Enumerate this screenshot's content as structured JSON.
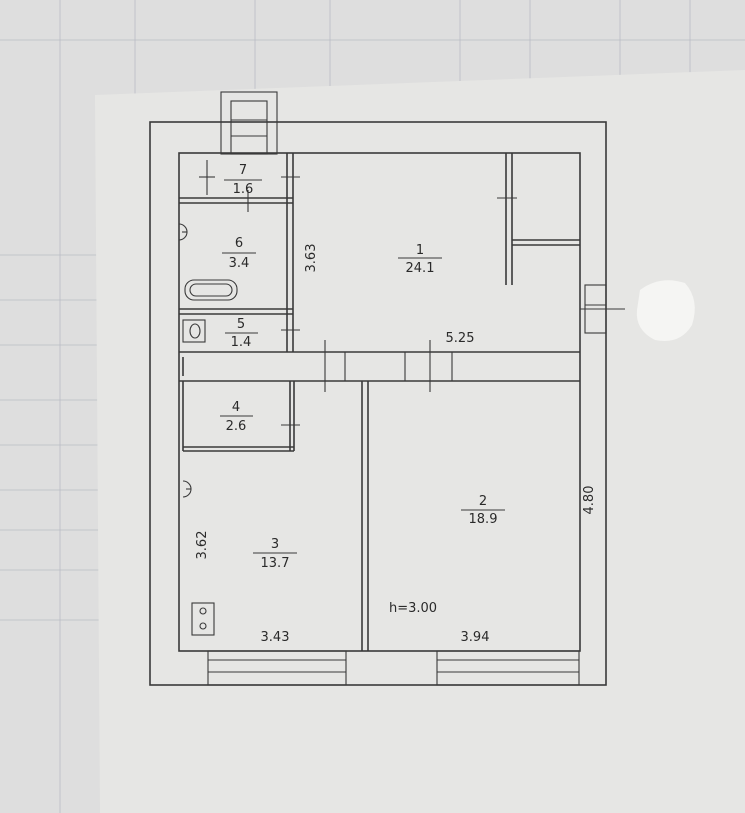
{
  "rooms": [
    {
      "id": "r7",
      "number": "7",
      "area": "1.6"
    },
    {
      "id": "r6",
      "number": "6",
      "area": "3.4"
    },
    {
      "id": "r5",
      "number": "5",
      "area": "1.4"
    },
    {
      "id": "r4",
      "number": "4",
      "area": "2.6"
    },
    {
      "id": "r1",
      "number": "1",
      "area": "24.1"
    },
    {
      "id": "r3",
      "number": "3",
      "area": "13.7"
    },
    {
      "id": "r2",
      "number": "2",
      "area": "18.9"
    }
  ],
  "dimensions": {
    "hall_height": "3.63",
    "hall_width": "5.25",
    "room2_height": "4.80",
    "room3_height": "3.62",
    "room3_width": "3.43",
    "room2_width": "3.94",
    "ceiling_height": "h=3.00"
  }
}
